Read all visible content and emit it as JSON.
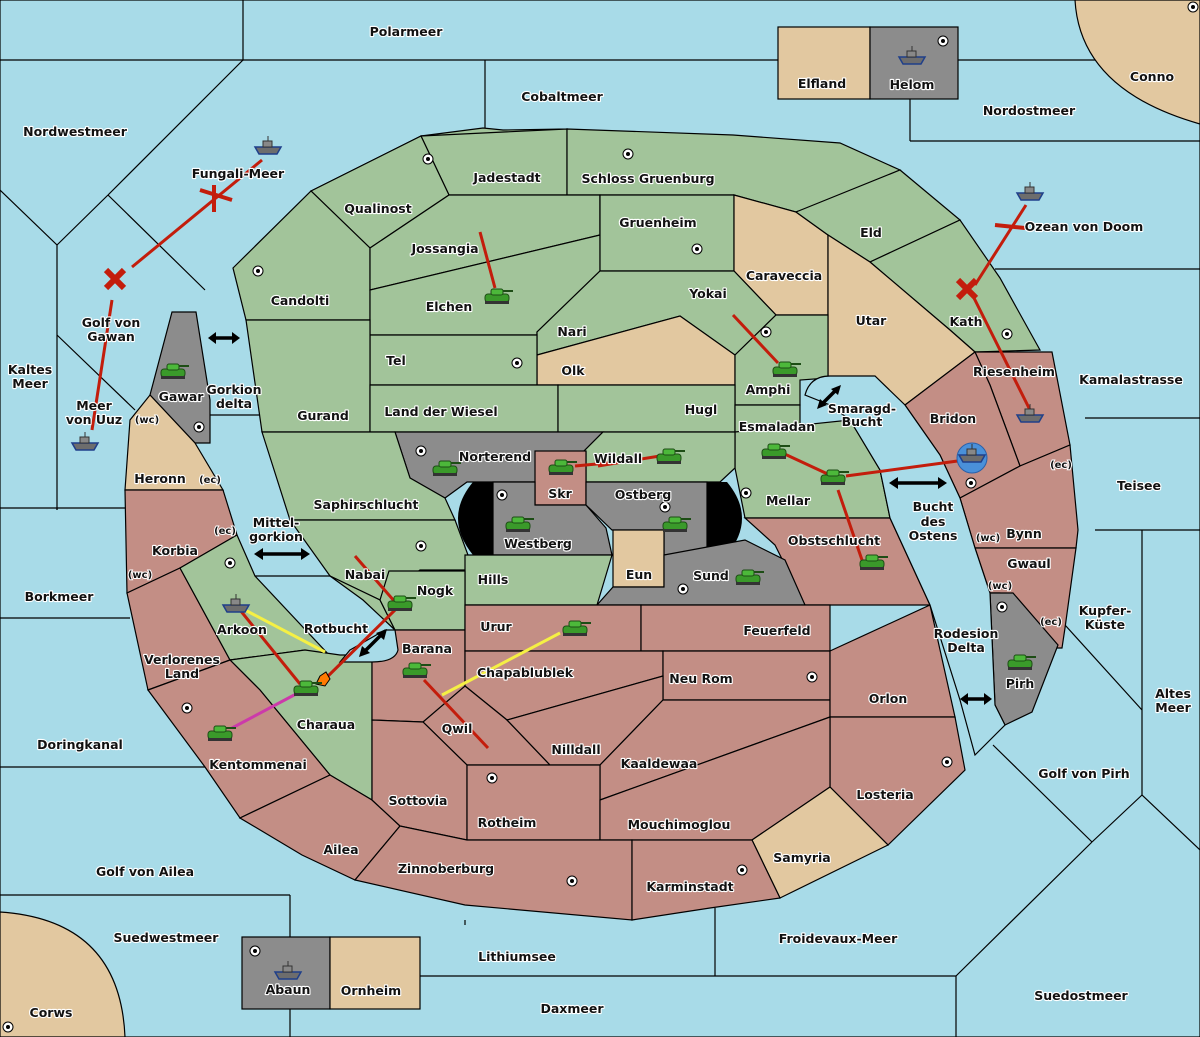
{
  "map": {
    "colors": {
      "sea": "#a8dbe8",
      "power_green": "#a2c49a",
      "power_red": "#c38e85",
      "neutral_tan": "#e2c8a0",
      "impassable_grey": "#8c8c8c",
      "order_move": "#c31d0c",
      "order_support": "#f5f044",
      "order_retreat": "#cc3aaa"
    },
    "sea_labels": {
      "polarmeer": "Polarmeer",
      "cobaltmeer": "Cobaltmeer",
      "nordwestmeer": "Nordwestmeer",
      "nordostmeer": "Nordostmeer",
      "fungali": "Fungali-Meer",
      "golf_gawan_1": "Golf von",
      "golf_gawan_2": "Gawan",
      "kaltes_1": "Kaltes",
      "kaltes_2": "Meer",
      "uuz_1": "Meer",
      "uuz_2": "von Uuz",
      "gorkion_1": "Gorkion",
      "gorkion_2": "delta",
      "mittel_1": "Mittel-",
      "mittel_2": "gorkion",
      "rotbucht": "Rotbucht",
      "borkmeer": "Borkmeer",
      "doringkanal": "Doringkanal",
      "golf_ailea": "Golf von Ailea",
      "suedwestmeer": "Suedwestmeer",
      "lithiumsee": "Lithiumsee",
      "daxmeer": "Daxmeer",
      "froidevaux": "Froidevaux-Meer",
      "suedostmeer": "Suedostmeer",
      "golf_pirh": "Golf von Pirh",
      "altes_1": "Altes",
      "altes_2": "Meer",
      "kupfer_1": "Kupfer-",
      "kupfer_2": "Küste",
      "teisee": "Teisee",
      "kamala": "Kamalastrasse",
      "ozean_doom": "Ozean von Doom",
      "smaragd_1": "Smaragd-",
      "smaragd_2": "Bucht",
      "bucht_1": "Bucht",
      "bucht_2": "des",
      "bucht_3": "Ostens",
      "rodesion_1": "Rodesion",
      "rodesion_2": "Delta"
    },
    "land_labels": {
      "elfland": "Elfland",
      "helom": "Helom",
      "conno": "Conno",
      "corws": "Corws",
      "abaun": "Abaun",
      "ornheim": "Ornheim",
      "jadestadt": "Jadestadt",
      "schloss": "Schloss Gruenburg",
      "qualinost": "Qualinost",
      "jossangia": "Jossangia",
      "gruenheim": "Gruenheim",
      "eld": "Eld",
      "caraveccia": "Caraveccia",
      "candolti": "Candolti",
      "elchen": "Elchen",
      "yokai": "Yokai",
      "utar": "Utar",
      "kath": "Kath",
      "nari": "Nari",
      "tel": "Tel",
      "olk": "Olk",
      "amphi": "Amphi",
      "gurand": "Gurand",
      "gawar": "Gawar",
      "land_wiesel": "Land der Wiesel",
      "hugl": "Hugl",
      "riesenheim": "Riesenheim",
      "bridon": "Bridon",
      "esmaladan": "Esmaladan",
      "norterend": "Norterend",
      "wildall": "Wildall",
      "skr": "Skr",
      "ostberg": "Ostberg",
      "westberg": "Westberg",
      "heronn": "Heronn",
      "saphirschlucht": "Saphirschlucht",
      "mellar": "Mellar",
      "obstschlucht": "Obstschlucht",
      "korbia": "Korbia",
      "nabai": "Nabai",
      "nogk": "Nogk",
      "hills": "Hills",
      "eun": "Eun",
      "sund": "Sund",
      "bynn": "Bynn",
      "gwaul": "Gwaul",
      "arkoon": "Arkoon",
      "urur": "Urur",
      "feuerfeld": "Feuerfeld",
      "verlorenes_1": "Verlorenes",
      "verlorenes_2": "Land",
      "barana": "Barana",
      "chapablublek": "Chapablublek",
      "neu_rom": "Neu Rom",
      "orlon": "Orlon",
      "pirh": "Pirh",
      "charaua": "Charaua",
      "qwil": "Qwil",
      "nilldall": "Nilldall",
      "kentommenai": "Kentommenai",
      "kaaldewaa": "Kaaldewaa",
      "losteria": "Losteria",
      "sottovia": "Sottovia",
      "rotheim": "Rotheim",
      "mouchimoglou": "Mouchimoglou",
      "ailea": "Ailea",
      "samyria": "Samyria",
      "zinnoberburg": "Zinnoberburg",
      "karminstadt": "Karminstadt"
    },
    "coast_labels": {
      "wc": "(wc)",
      "ec": "(ec)"
    },
    "units": [
      {
        "type": "fleet",
        "location": "Fungali-Meer (home Qualinost-green)"
      },
      {
        "type": "fleet",
        "location": "Ozean von Doom"
      },
      {
        "type": "fleet",
        "location": "Helom"
      },
      {
        "type": "fleet",
        "location": "Meer von Uuz"
      },
      {
        "type": "fleet",
        "location": "Abaun"
      },
      {
        "type": "fleet",
        "location": "Riesenheim"
      },
      {
        "type": "fleet",
        "location": "Bridon",
        "status": "dislodged"
      },
      {
        "type": "fleet",
        "location": "Arkoon"
      },
      {
        "type": "army",
        "location": "Gawar"
      },
      {
        "type": "army",
        "location": "Elchen"
      },
      {
        "type": "army",
        "location": "Amphi"
      },
      {
        "type": "army",
        "location": "Norterend"
      },
      {
        "type": "army",
        "location": "Skr"
      },
      {
        "type": "army",
        "location": "Wildall"
      },
      {
        "type": "army",
        "location": "Westberg"
      },
      {
        "type": "army",
        "location": "Ostberg"
      },
      {
        "type": "army",
        "location": "Esmaladan"
      },
      {
        "type": "army",
        "location": "Mellar"
      },
      {
        "type": "army",
        "location": "Obstschlucht"
      },
      {
        "type": "army",
        "location": "Sund"
      },
      {
        "type": "army",
        "location": "Nogk"
      },
      {
        "type": "army",
        "location": "Urur"
      },
      {
        "type": "army",
        "location": "Barana"
      },
      {
        "type": "army",
        "location": "Charaua",
        "status": "dislodged"
      },
      {
        "type": "army",
        "location": "Kentommenai"
      },
      {
        "type": "army",
        "location": "Pirh"
      }
    ]
  }
}
